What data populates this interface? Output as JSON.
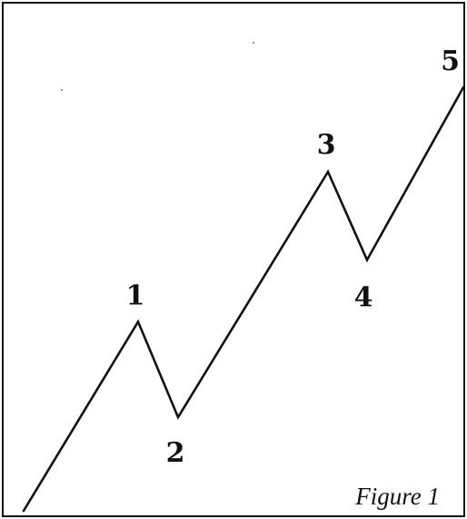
{
  "diagram": {
    "wave_labels": [
      "1",
      "2",
      "3",
      "4",
      "5"
    ],
    "caption": "Figure 1",
    "line_color": "#111111",
    "background_color": "#ffffff"
  }
}
